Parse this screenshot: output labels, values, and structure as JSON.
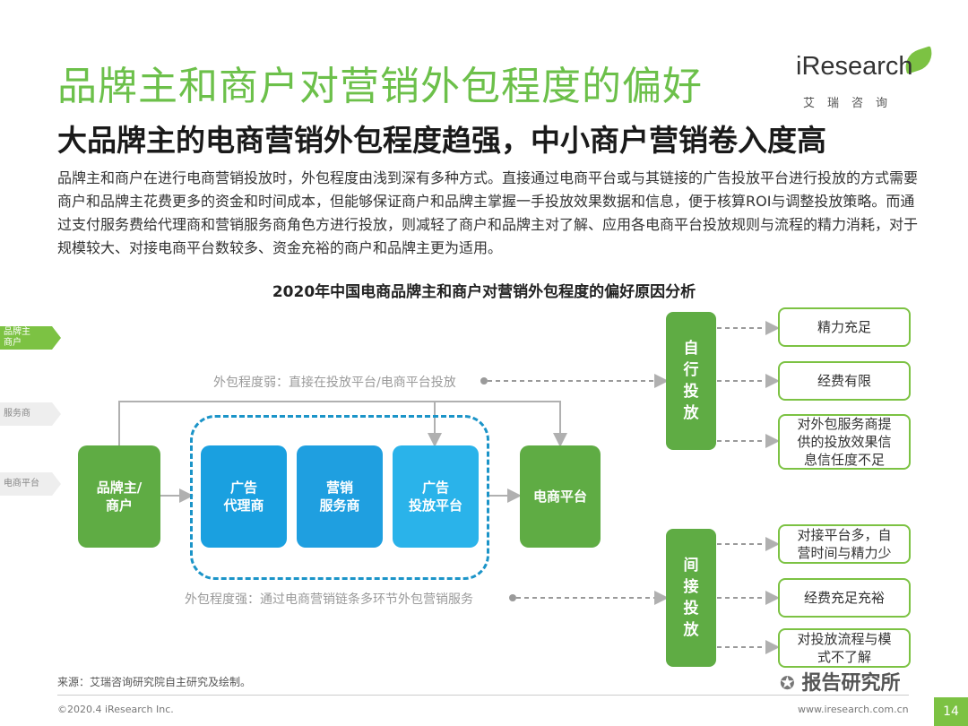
{
  "header": {
    "title": "品牌主和商户对营销外包程度的偏好",
    "subtitle": "大品牌主的电商营销外包程度趋强，中小商户营销卷入度高",
    "logo": {
      "word": "iResearch",
      "sub": "艾瑞咨询"
    }
  },
  "intro": "品牌主和商户在进行电商营销投放时，外包程度由浅到深有多种方式。直接通过电商平台或与其链接的广告投放平台进行投放的方式需要商户和品牌主花费更多的资金和时间成本，但能够保证商户和品牌主掌握一手投放效果数据和信息，便于核算ROI与调整投放策略。而通过支付服务费给代理商和营销服务商角色方进行投放，则减轻了商户和品牌主对了解、应用各电商平台投放规则与流程的精力消耗，对于规模较大、对接电商平台数较多、资金充裕的商户和品牌主更为适用。",
  "diagram": {
    "title": "2020年中国电商品牌主和商户对营销外包程度的偏好原因分析",
    "side_tabs": [
      "品牌主\n商户",
      "服务商",
      "电商平台"
    ],
    "nodes": {
      "brand": "品牌主/\n商户",
      "agency": "广告\n代理商",
      "service": "营销\n服务商",
      "ad_platform": "广告\n投放平台",
      "ecommerce": "电商平台"
    },
    "weak_label": "外包程度弱：直接在投放平台/电商平台投放",
    "strong_label": "外包程度强：通过电商营销链条多环节外包营销服务",
    "self": {
      "label": "自\n行\n投\n放",
      "reasons": [
        "精力充足",
        "经费有限",
        "对外包服务商提\n供的投放效果信\n息信任度不足"
      ]
    },
    "indirect": {
      "label": "间\n接\n投\n放",
      "reasons": [
        "对接平台多，自\n营时间与精力少",
        "经费充足充裕",
        "对投放流程与模\n式不了解"
      ]
    },
    "colors": {
      "green": "#7cc243",
      "dark_green": "#5fac44",
      "blue": "#1aa0e0",
      "dashed": "#1b94c8"
    }
  },
  "footer": {
    "source": "来源：艾瑞咨询研究院自主研究及绘制。",
    "copyright": "©2020.4 iResearch Inc.",
    "url": "www.iresearch.com.cn",
    "page": "14",
    "watermark": "报告研究所"
  }
}
